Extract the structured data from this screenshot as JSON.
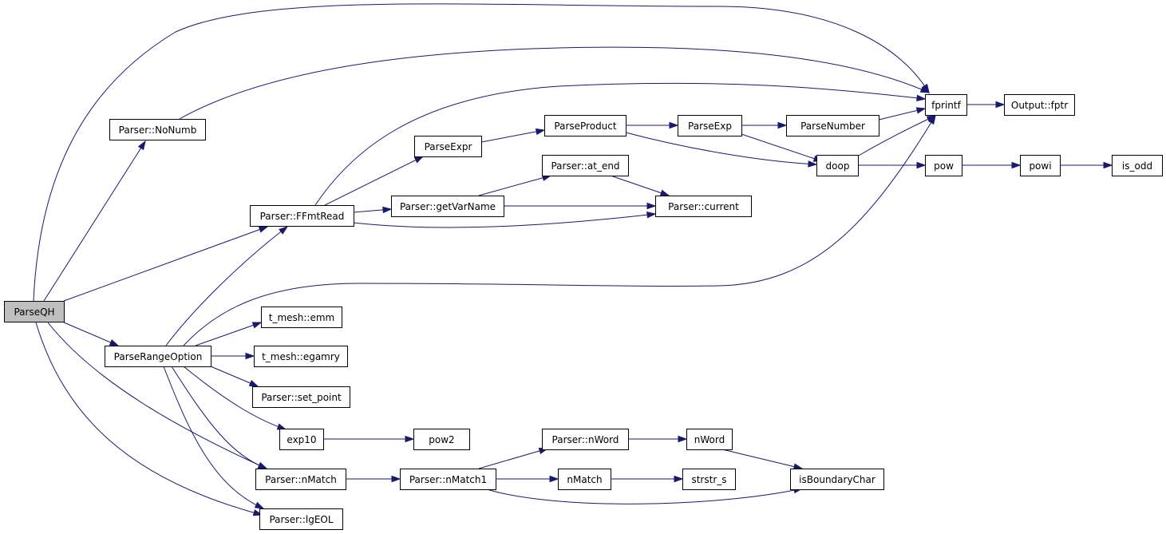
{
  "colors": {
    "edge": "#191970",
    "root_fill": "#bfbfbf",
    "node_fill": "#ffffff",
    "node_border": "#000000"
  },
  "nodes": [
    {
      "id": "parseqh",
      "label": "ParseQH",
      "root": true
    },
    {
      "id": "noNumb",
      "label": "Parser::NoNumb"
    },
    {
      "id": "ffmtread",
      "label": "Parser::FFmtRead"
    },
    {
      "id": "parseRange",
      "label": "ParseRangeOption"
    },
    {
      "id": "nMatch",
      "label": "Parser::nMatch"
    },
    {
      "id": "lgEOL",
      "label": "Parser::lgEOL"
    },
    {
      "id": "emm",
      "label": "t_mesh::emm"
    },
    {
      "id": "egamry",
      "label": "t_mesh::egamry"
    },
    {
      "id": "setPoint",
      "label": "Parser::set_point"
    },
    {
      "id": "exp10",
      "label": "exp10"
    },
    {
      "id": "pow2",
      "label": "pow2"
    },
    {
      "id": "parseExpr",
      "label": "ParseExpr"
    },
    {
      "id": "getVarName",
      "label": "Parser::getVarName"
    },
    {
      "id": "parseProduct",
      "label": "ParseProduct"
    },
    {
      "id": "atEnd",
      "label": "Parser::at_end"
    },
    {
      "id": "current",
      "label": "Parser::current"
    },
    {
      "id": "parseExp",
      "label": "ParseExp"
    },
    {
      "id": "parseNumber",
      "label": "ParseNumber"
    },
    {
      "id": "doop",
      "label": "doop"
    },
    {
      "id": "fprintf",
      "label": "fprintf"
    },
    {
      "id": "outputFptr",
      "label": "Output::fptr"
    },
    {
      "id": "pow",
      "label": "pow"
    },
    {
      "id": "powi",
      "label": "powi"
    },
    {
      "id": "isOdd",
      "label": "is_odd"
    },
    {
      "id": "nMatch1",
      "label": "Parser::nMatch1"
    },
    {
      "id": "pnWord",
      "label": "Parser::nWord"
    },
    {
      "id": "nWord",
      "label": "nWord"
    },
    {
      "id": "nMatchFn",
      "label": "nMatch"
    },
    {
      "id": "strstrS",
      "label": "strstr_s"
    },
    {
      "id": "isBoundary",
      "label": "isBoundaryChar"
    }
  ],
  "edges": [
    {
      "from": "parseqh",
      "to": "fprintf"
    },
    {
      "from": "parseqh",
      "to": "noNumb"
    },
    {
      "from": "parseqh",
      "to": "ffmtread"
    },
    {
      "from": "parseqh",
      "to": "parseRange"
    },
    {
      "from": "parseqh",
      "to": "nMatch"
    },
    {
      "from": "parseqh",
      "to": "lgEOL"
    },
    {
      "from": "noNumb",
      "to": "fprintf"
    },
    {
      "from": "ffmtread",
      "to": "fprintf"
    },
    {
      "from": "ffmtread",
      "to": "parseExpr"
    },
    {
      "from": "ffmtread",
      "to": "getVarName"
    },
    {
      "from": "ffmtread",
      "to": "current"
    },
    {
      "from": "parseExpr",
      "to": "parseProduct"
    },
    {
      "from": "parseProduct",
      "to": "parseExp"
    },
    {
      "from": "parseProduct",
      "to": "doop"
    },
    {
      "from": "parseExp",
      "to": "parseNumber"
    },
    {
      "from": "parseExp",
      "to": "doop"
    },
    {
      "from": "parseNumber",
      "to": "fprintf"
    },
    {
      "from": "doop",
      "to": "fprintf"
    },
    {
      "from": "doop",
      "to": "pow"
    },
    {
      "from": "pow",
      "to": "powi"
    },
    {
      "from": "powi",
      "to": "isOdd"
    },
    {
      "from": "fprintf",
      "to": "outputFptr"
    },
    {
      "from": "getVarName",
      "to": "atEnd"
    },
    {
      "from": "getVarName",
      "to": "current"
    },
    {
      "from": "atEnd",
      "to": "current"
    },
    {
      "from": "parseRange",
      "to": "fprintf"
    },
    {
      "from": "parseRange",
      "to": "ffmtread"
    },
    {
      "from": "parseRange",
      "to": "emm"
    },
    {
      "from": "parseRange",
      "to": "egamry"
    },
    {
      "from": "parseRange",
      "to": "setPoint"
    },
    {
      "from": "parseRange",
      "to": "exp10"
    },
    {
      "from": "parseRange",
      "to": "nMatch"
    },
    {
      "from": "parseRange",
      "to": "lgEOL"
    },
    {
      "from": "exp10",
      "to": "pow2"
    },
    {
      "from": "nMatch",
      "to": "nMatch1"
    },
    {
      "from": "nMatch1",
      "to": "pnWord"
    },
    {
      "from": "nMatch1",
      "to": "nMatchFn"
    },
    {
      "from": "nMatch1",
      "to": "isBoundary"
    },
    {
      "from": "pnWord",
      "to": "nWord"
    },
    {
      "from": "nWord",
      "to": "isBoundary"
    },
    {
      "from": "nMatchFn",
      "to": "strstrS"
    }
  ]
}
